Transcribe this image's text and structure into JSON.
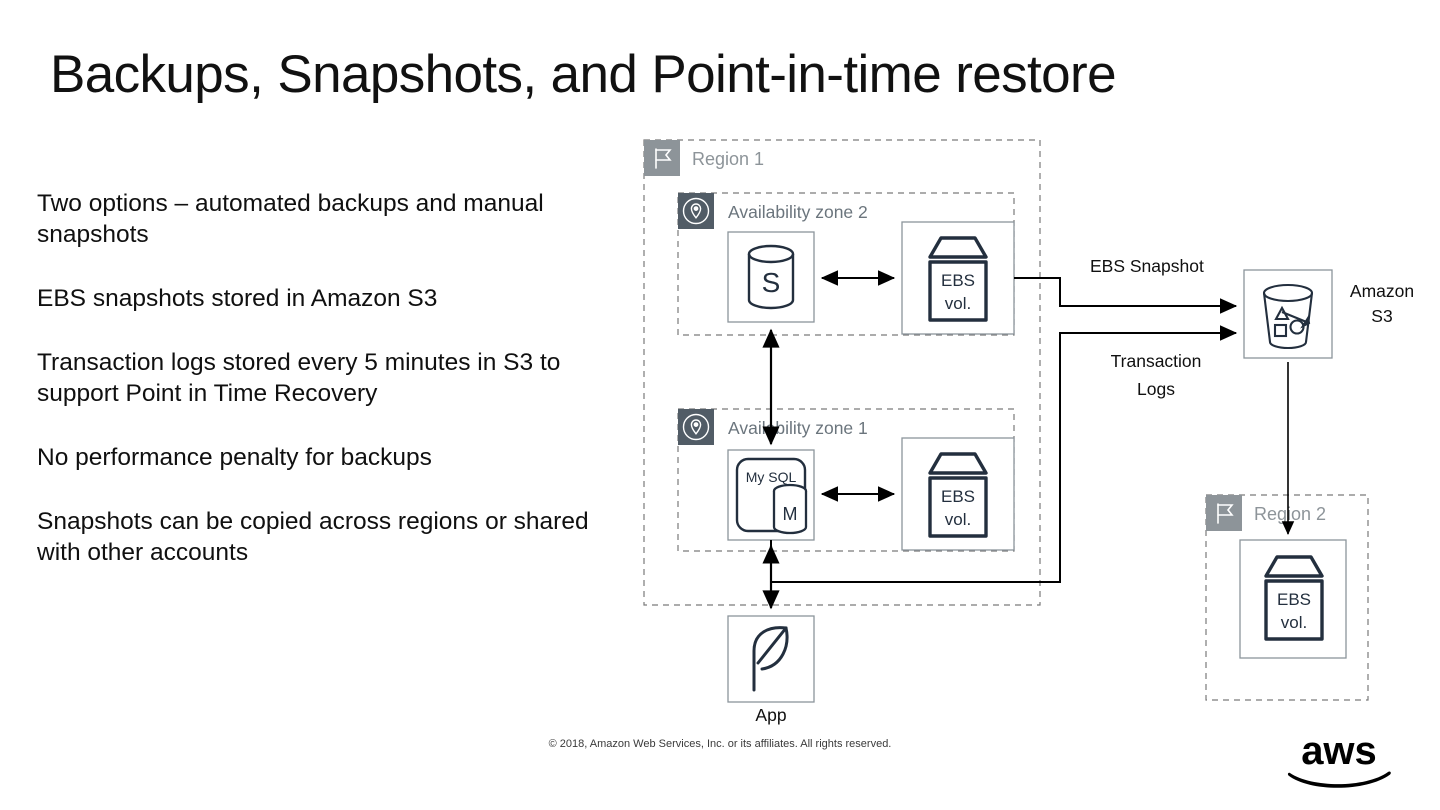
{
  "slide": {
    "title": "Backups, Snapshots, and Point-in-time restore",
    "copyright": "© 2018, Amazon Web Services, Inc. or its affiliates. All rights reserved.",
    "logo_alt": "aws"
  },
  "bullets": [
    "Two options – automated backups and manual snapshots",
    "EBS snapshots stored in Amazon S3",
    "Transaction logs stored every 5 minutes in S3 to support Point in Time Recovery",
    "No performance penalty for backups",
    "Snapshots can be copied across regions or shared with other accounts"
  ],
  "diagram": {
    "regions": [
      {
        "id": "region1",
        "label": "Region 1",
        "icon": "flag-icon"
      },
      {
        "id": "region2",
        "label": "Region 2",
        "icon": "flag-icon"
      }
    ],
    "availability_zones": [
      {
        "id": "az2",
        "label": "Availability zone 2",
        "icon": "location-pin-icon"
      },
      {
        "id": "az1",
        "label": "Availability zone 1",
        "icon": "location-pin-icon"
      }
    ],
    "nodes": [
      {
        "id": "standby-db",
        "label": "S",
        "icon": "database-cylinder-icon"
      },
      {
        "id": "ebs-vol-az2",
        "line1": "EBS",
        "line2": "vol.",
        "icon": "ebs-volume-icon"
      },
      {
        "id": "mysql-db",
        "label": "My SQL",
        "badge": "M",
        "icon": "mysql-database-icon"
      },
      {
        "id": "ebs-vol-az1",
        "line1": "EBS",
        "line2": "vol.",
        "icon": "ebs-volume-icon"
      },
      {
        "id": "ebs-vol-region2",
        "line1": "EBS",
        "line2": "vol.",
        "icon": "ebs-volume-icon"
      },
      {
        "id": "amazon-s3",
        "line1": "Amazon",
        "line2": "S3",
        "icon": "s3-bucket-icon"
      },
      {
        "id": "app",
        "label": "App",
        "icon": "leaf-icon"
      }
    ],
    "edge_labels": [
      {
        "id": "ebs-snapshot-label",
        "text": "EBS Snapshot"
      },
      {
        "id": "transaction-logs-label",
        "line1": "Transaction",
        "line2": "Logs"
      }
    ]
  },
  "colors": {
    "ink": "#232f3e",
    "region_badge": "#8d9499",
    "az_badge": "#515c66",
    "region_label": "#8d9499",
    "az_label": "#6b757d",
    "dashed_border": "#7a7a7a",
    "node_border": "#8c959c",
    "arrow": "#000000"
  }
}
